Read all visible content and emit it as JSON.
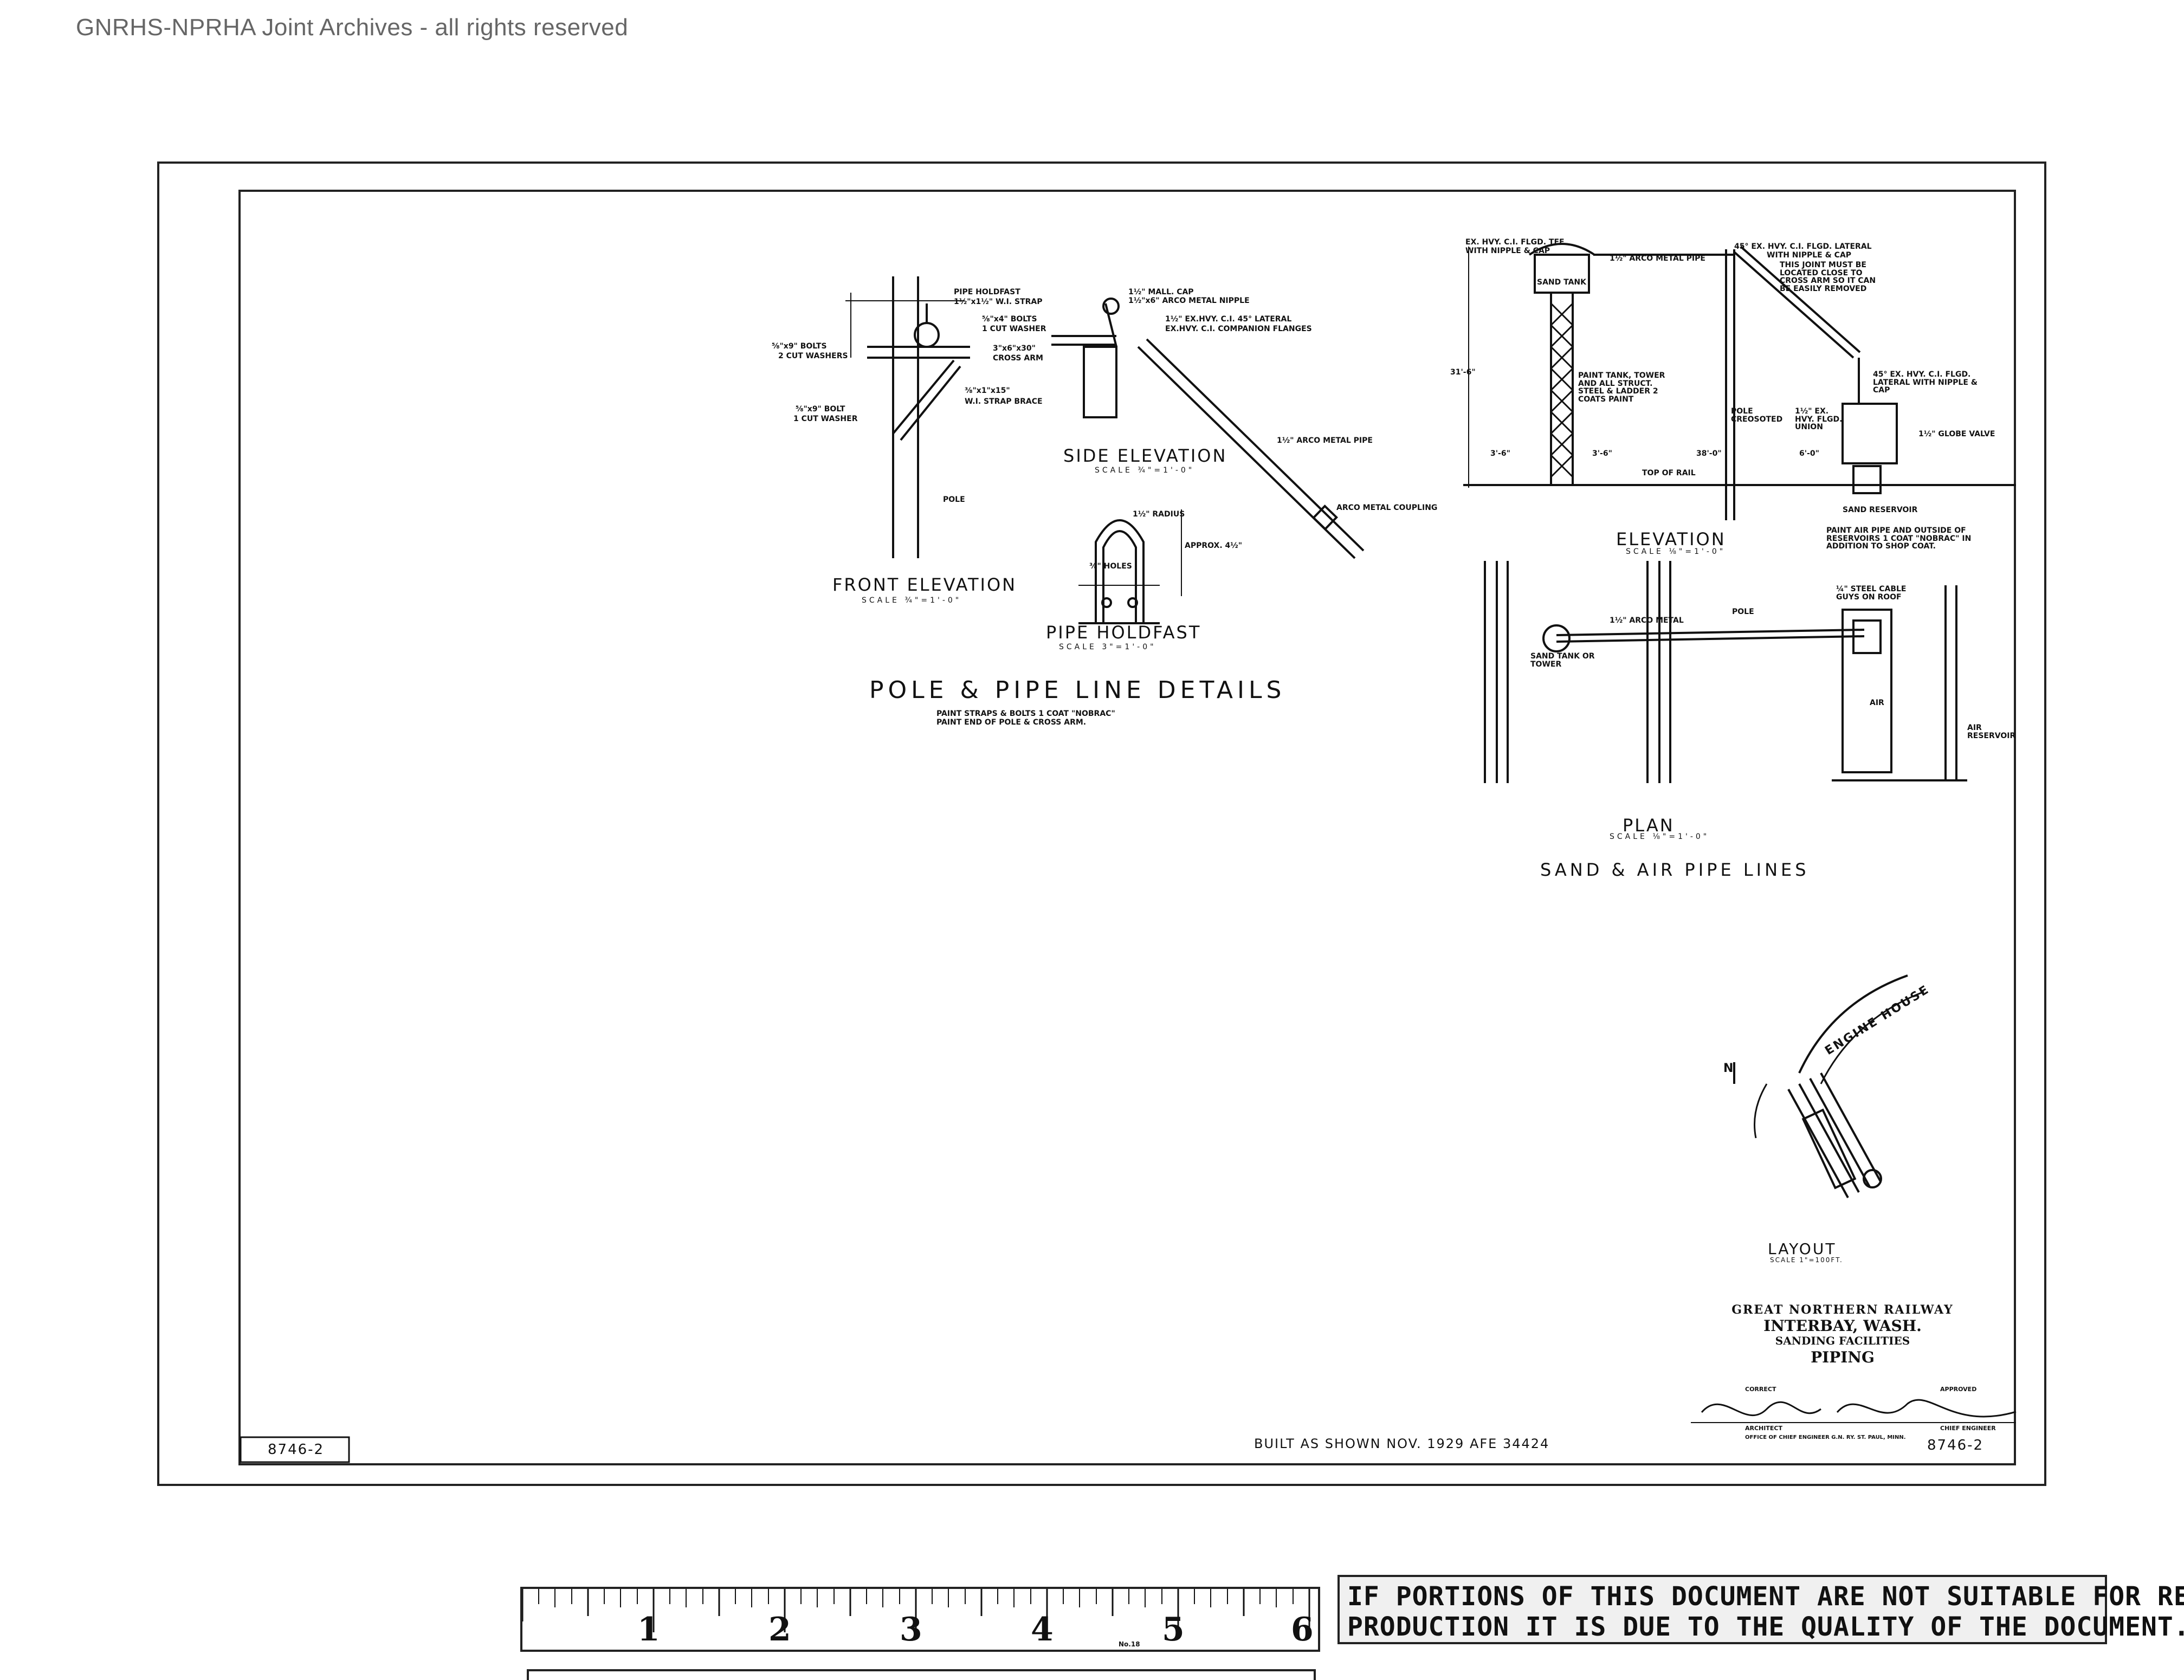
{
  "archive": {
    "banner": "GNRHS-NPRHA Joint Archives - all rights reserved"
  },
  "pole_details": {
    "front_elevation": {
      "title": "FRONT ELEVATION",
      "scale": "SCALE ¾\"=1'-0\""
    },
    "side_elevation": {
      "title": "SIDE ELEVATION",
      "scale": "SCALE ¾\"=1'-0\""
    },
    "holdfast": {
      "title": "PIPE HOLDFAST",
      "scale": "SCALE 3\"=1'-0\""
    },
    "main_title": "POLE & PIPE LINE DETAILS",
    "notes": [
      "PAINT STRAPS & BOLTS 1 COAT \"NOBRAC\"",
      "PAINT END OF POLE & CROSS ARM."
    ],
    "labels": {
      "pipe_holdfast": "PIPE HOLDFAST",
      "strap": "1½\"x1½\" W.I. STRAP",
      "bolts_top": "⅝\"x4\" BOLTS",
      "cut_washer": "1 CUT WASHER",
      "cross_arm": "3\"x6\"x30\"",
      "cross_arm2": "CROSS ARM",
      "bolts_left": "⅝\"x9\" BOLTS",
      "cut_washers": "2 CUT WASHERS",
      "bolt_low": "⅝\"x9\" BOLT",
      "cut_washer_low": "1 CUT WASHER",
      "strap_brace_size": "⅜\"x1\"x15\"",
      "strap_brace": "W.I. STRAP BRACE",
      "pole": "POLE",
      "mall_cap": "1½\" MALL. CAP",
      "arco_nipple": "1½\"x6\" ARCO METAL NIPPLE",
      "lateral": "1½\" EX.HVY. C.I. 45° LATERAL",
      "flanges": "EX.HVY. C.I. COMPANION FLANGES",
      "metal_pipe": "1½\" ARCO METAL PIPE",
      "coupling": "ARCO METAL COUPLING",
      "radius": "1½\" RADIUS",
      "holes": "⅜\" HOLES",
      "approx": "APPROX. 4½\""
    }
  },
  "sand_air": {
    "elevation": {
      "title": "ELEVATION",
      "scale": "SCALE ⅛\"=1'-0\""
    },
    "plan": {
      "title": "PLAN",
      "scale": "SCALE ⅛\"=1'-0\""
    },
    "main_title": "SAND & AIR PIPE LINES",
    "labels": {
      "ex_hvy_tee": "EX. HVY. C.I. FLGD. TEE",
      "nipple_cap": "WITH NIPPLE & CAP",
      "arco_pipe": "1½\" ARCO METAL PIPE",
      "lateral_top": "45° EX. HVY. C.I. FLGD. LATERAL",
      "lateral_top2": "WITH NIPPLE & CAP",
      "joint_note": "THIS JOINT MUST BE LOCATED CLOSE TO CROSS ARM SO IT CAN BE EASILY REMOVED",
      "sand_tank": "SAND TANK",
      "paint_tank": "PAINT TANK, TOWER AND ALL STRUCT. STEEL & LADDER 2 COATS PAINT",
      "pole_creosoted": "POLE CREOSOTED",
      "lateral_low": "45° EX. HVY. C.I. FLGD. LATERAL WITH NIPPLE & CAP",
      "union": "1½\" EX. HVY. FLGD. UNION",
      "globe_valve": "1½\" GLOBE VALVE",
      "top_of_rail": "TOP OF RAIL",
      "sand_reservoir": "SAND RESERVOIR",
      "paint_note": "PAINT AIR PIPE AND OUTSIDE OF RESERVOIRS 1 COAT \"NOBRAC\" IN ADDITION TO SHOP COAT.",
      "plan_metal": "1½\" ARCO METAL",
      "plan_pole": "POLE",
      "sand_tank_tower": "SAND TANK OR TOWER",
      "steel_cable": "¼\" STEEL CABLE GUYS ON ROOF",
      "air_reservoir": "AIR RESERVOIR",
      "air": "AIR",
      "dim_31": "31'-6\"",
      "dim_3a": "3'-6\"",
      "dim_3b": "3'-6\"",
      "dim_38": "38'-0\"",
      "dim_6": "6'-0\""
    }
  },
  "layout": {
    "title": "LAYOUT",
    "scale": "SCALE 1\"=100FT.",
    "engine_house": "ENGINE HOUSE",
    "north": "N"
  },
  "title_block": {
    "railway": "GREAT NORTHERN RAILWAY",
    "location": "INTERBAY, WASH.",
    "subject": "SANDING FACILITIES",
    "sheet_title": "PIPING",
    "correct": "CORRECT",
    "approved": "APPROVED",
    "architect": "ARCHITECT",
    "chief_engineer": "CHIEF ENGINEER",
    "office": "OFFICE OF CHIEF ENGINEER G.N. RY. ST. PAUL, MINN."
  },
  "built_note": "BUILT AS SHOWN NOV. 1929 AFE 34424",
  "sheet_number_left": "8746-2",
  "sheet_number_right": "8746-2",
  "ruler": {
    "numbers": [
      "1",
      "2",
      "3",
      "4",
      "5",
      "6"
    ],
    "caption": "No.18"
  },
  "notice": {
    "line1": "IF PORTIONS OF THIS DOCUMENT ARE NOT SUITABLE FOR RE-",
    "line2": "PRODUCTION IT IS DUE TO THE QUALITY OF THE DOCUMENT."
  }
}
